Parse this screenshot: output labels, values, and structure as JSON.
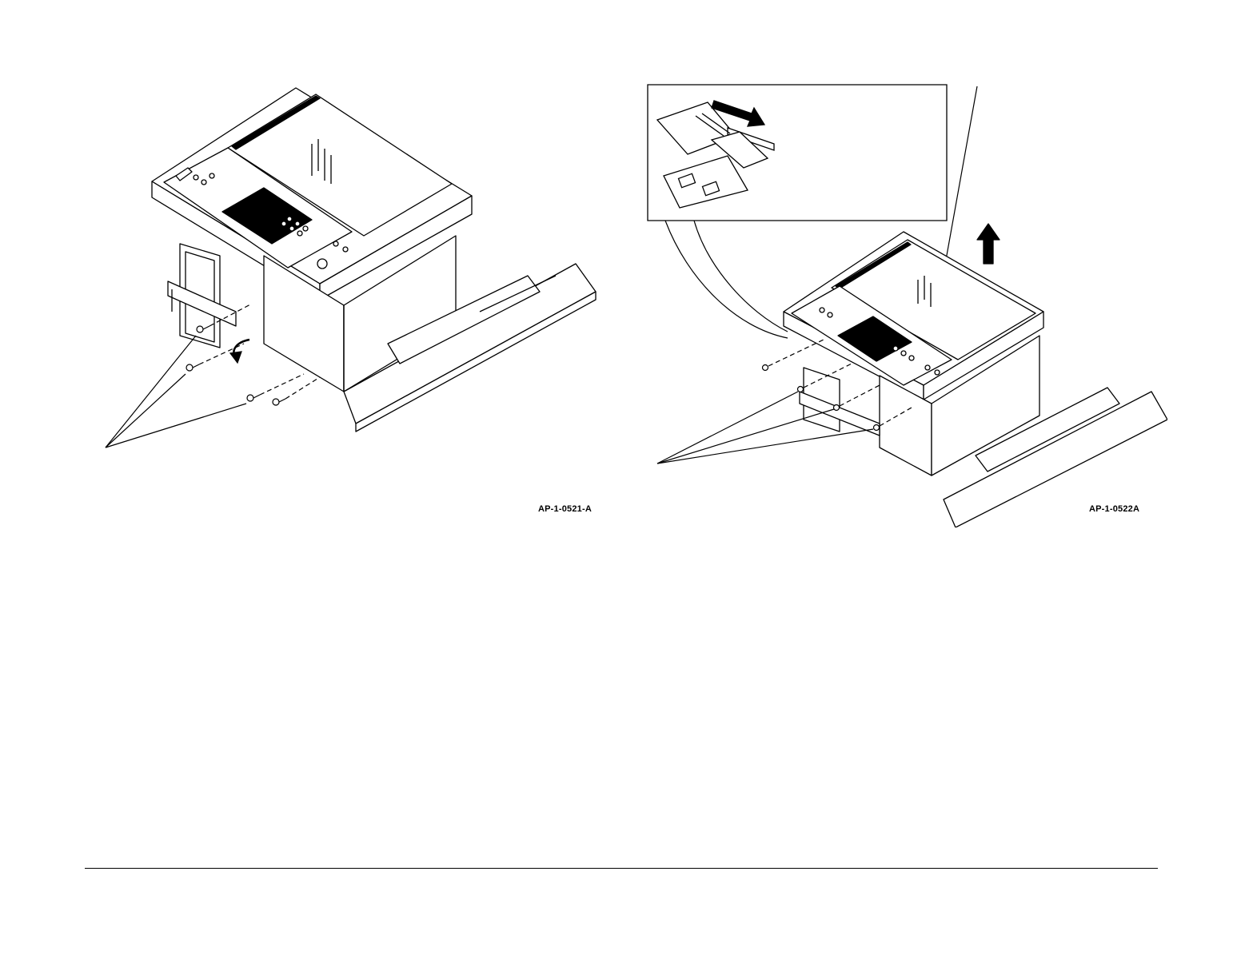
{
  "figures": [
    {
      "id_label": "AP-1-0521-A",
      "parts": [
        "printer-body",
        "document-glass",
        "control-panel",
        "left-cover",
        "front-door",
        "screw",
        "screw",
        "screw",
        "screw"
      ],
      "callout_count": 3,
      "rotation_arrow": true
    },
    {
      "id_label": "AP-1-0522A",
      "parts": [
        "printer-body",
        "document-glass",
        "control-panel",
        "scanner-lift-arrow",
        "detail-inset",
        "release-slider",
        "screw",
        "screw",
        "screw",
        "screw"
      ],
      "callout_count": 3,
      "inset_arrow": true
    }
  ],
  "colors": {
    "ink": "#000000",
    "paper": "#ffffff",
    "grey": "#cfcfcf"
  }
}
